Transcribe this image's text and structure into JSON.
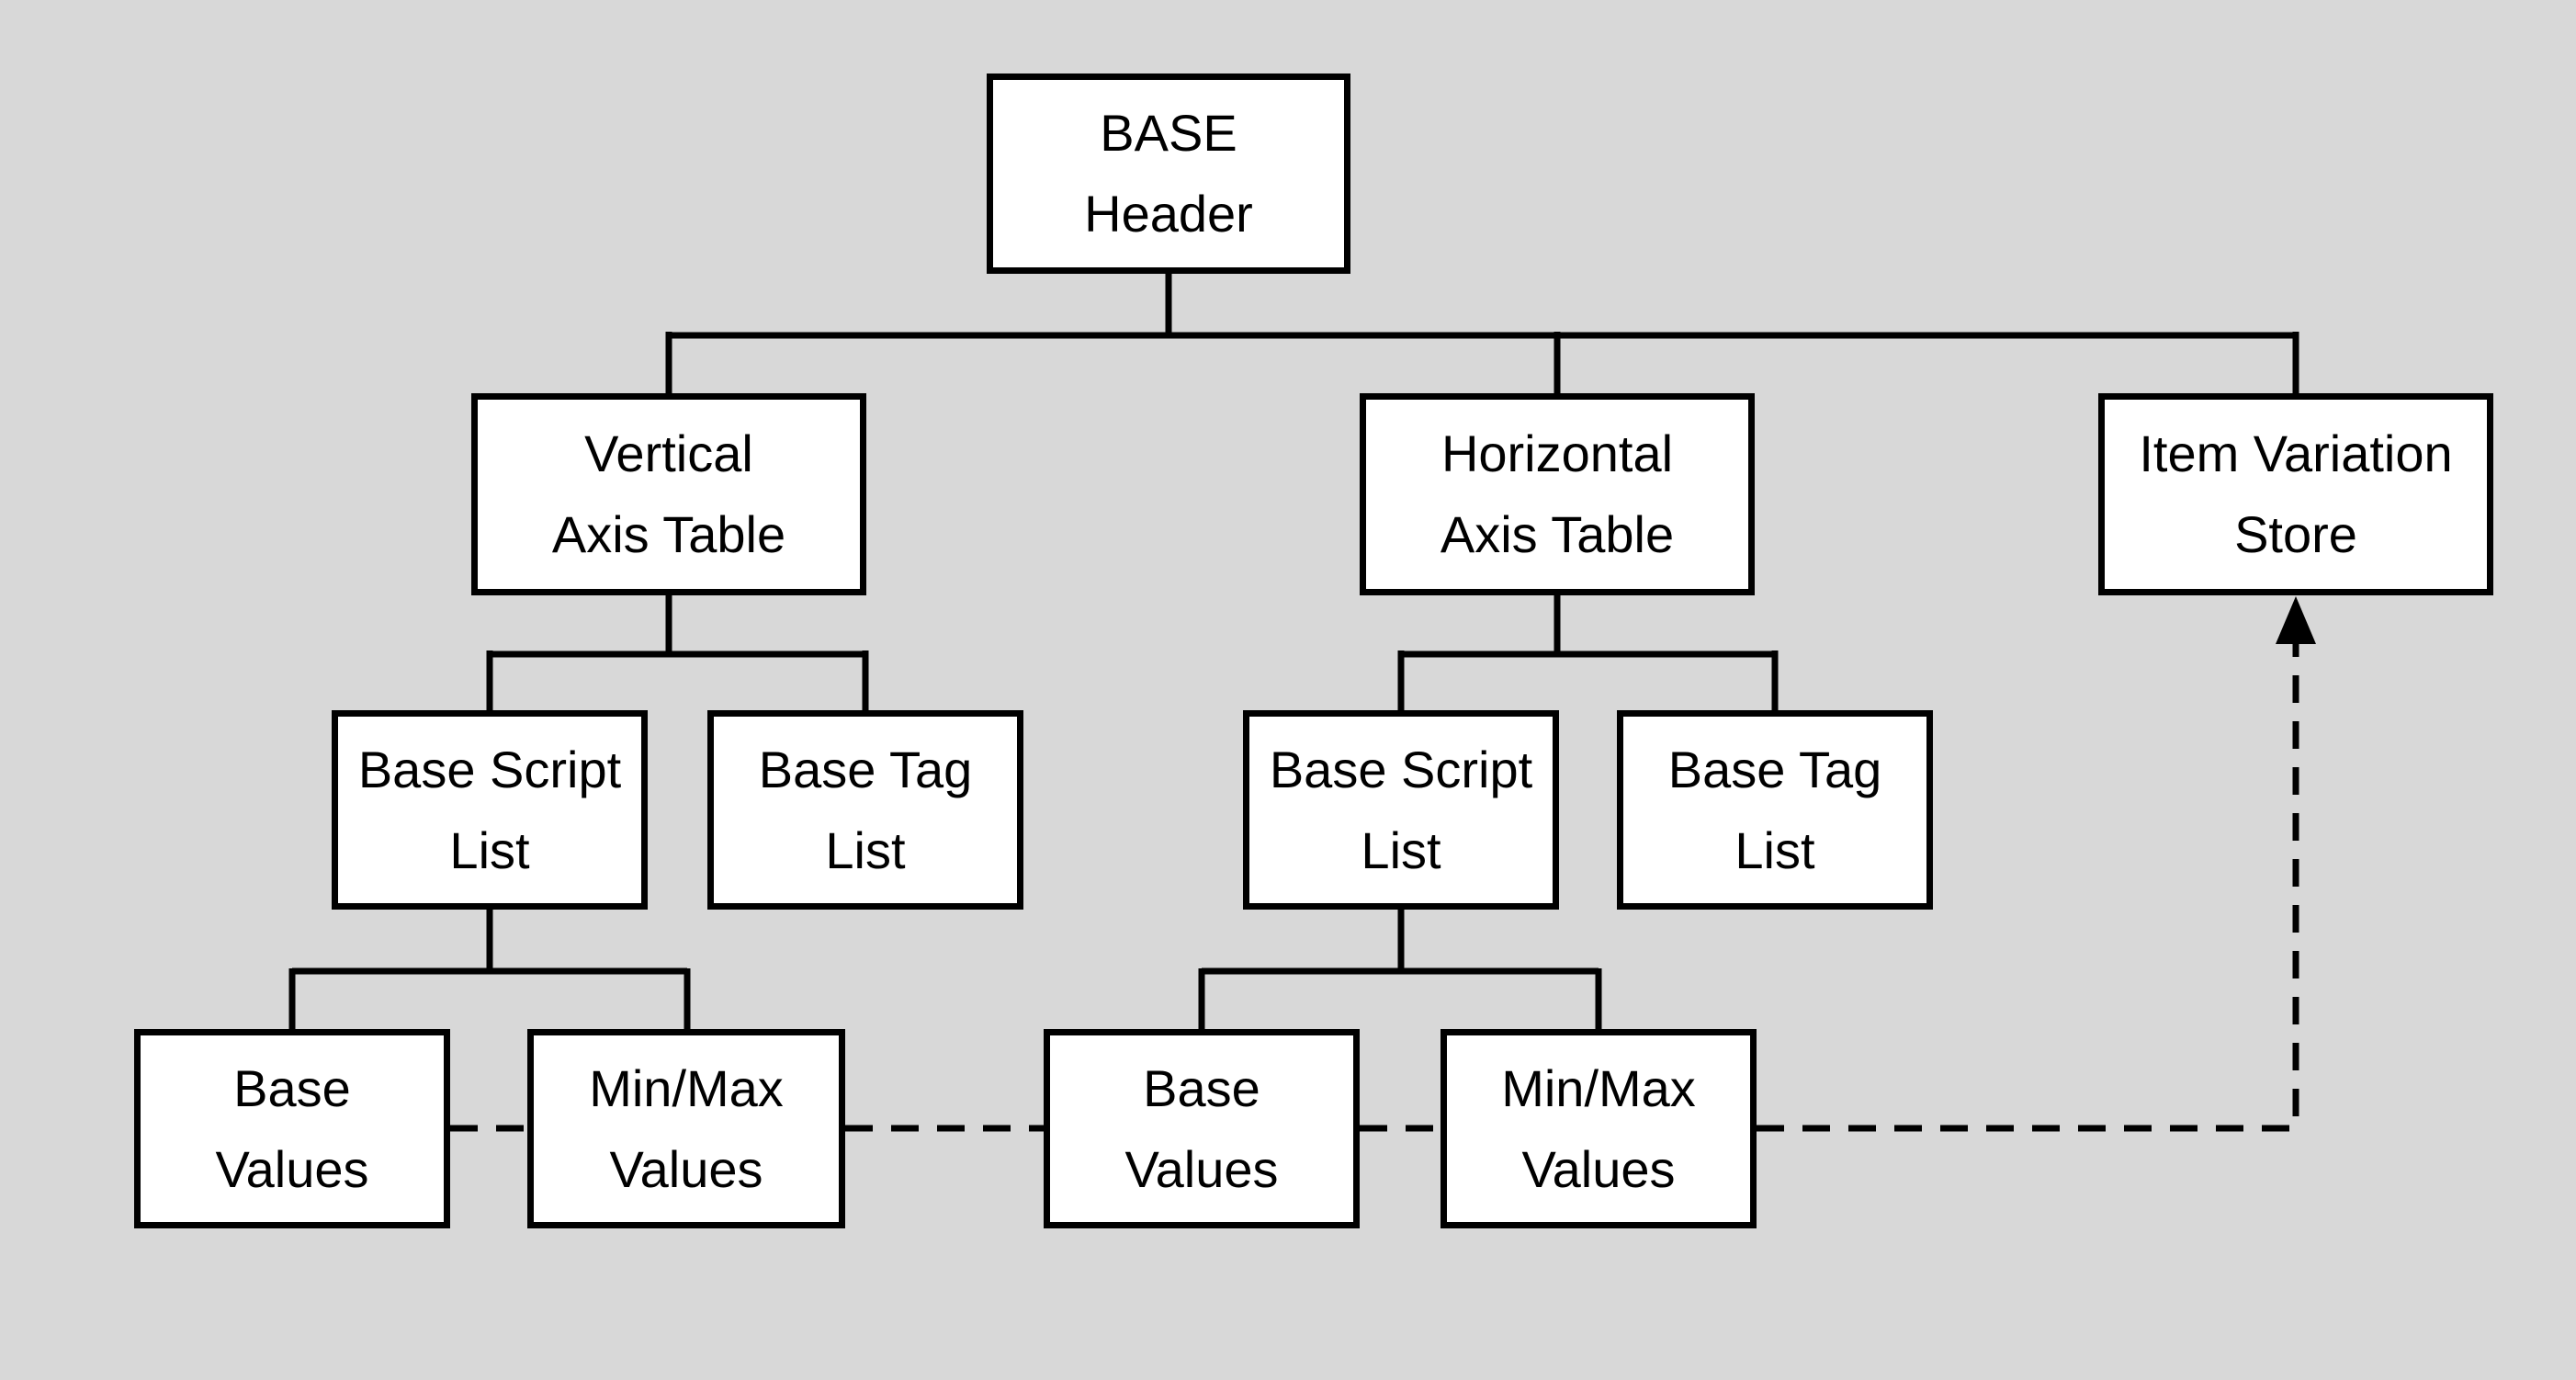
{
  "diagram": {
    "colors": {
      "background": "#d8d8d8",
      "node_fill": "#ffffff",
      "node_border": "#000000",
      "connector": "#000000"
    },
    "nodes": {
      "base_header": {
        "label": "BASE\nHeader"
      },
      "vertical_axis_table": {
        "label": "Vertical\nAxis Table"
      },
      "horizontal_axis_table": {
        "label": "Horizontal\nAxis Table"
      },
      "item_variation_store": {
        "label": "Item Variation\nStore"
      },
      "base_script_list_vertical": {
        "label": "Base Script\nList"
      },
      "base_tag_list_vertical": {
        "label": "Base Tag\nList"
      },
      "base_script_list_horizontal": {
        "label": "Base Script\nList"
      },
      "base_tag_list_horizontal": {
        "label": "Base Tag\nList"
      },
      "base_values_vertical": {
        "label": "Base\nValues"
      },
      "minmax_values_vertical": {
        "label": "Min/Max\nValues"
      },
      "base_values_horizontal": {
        "label": "Base\nValues"
      },
      "minmax_values_horizontal": {
        "label": "Min/Max\nValues"
      }
    },
    "edges": [
      {
        "from": "base_header",
        "to": "vertical_axis_table",
        "style": "solid"
      },
      {
        "from": "base_header",
        "to": "horizontal_axis_table",
        "style": "solid"
      },
      {
        "from": "base_header",
        "to": "item_variation_store",
        "style": "solid"
      },
      {
        "from": "vertical_axis_table",
        "to": "base_script_list_vertical",
        "style": "solid"
      },
      {
        "from": "vertical_axis_table",
        "to": "base_tag_list_vertical",
        "style": "solid"
      },
      {
        "from": "horizontal_axis_table",
        "to": "base_script_list_horizontal",
        "style": "solid"
      },
      {
        "from": "horizontal_axis_table",
        "to": "base_tag_list_horizontal",
        "style": "solid"
      },
      {
        "from": "base_script_list_vertical",
        "to": "base_values_vertical",
        "style": "solid"
      },
      {
        "from": "base_script_list_vertical",
        "to": "minmax_values_vertical",
        "style": "solid"
      },
      {
        "from": "base_script_list_horizontal",
        "to": "base_values_horizontal",
        "style": "solid"
      },
      {
        "from": "base_script_list_horizontal",
        "to": "minmax_values_horizontal",
        "style": "solid"
      },
      {
        "from": "base_values_vertical",
        "to": "minmax_values_vertical",
        "style": "dashed"
      },
      {
        "from": "minmax_values_vertical",
        "to": "base_values_horizontal",
        "style": "dashed"
      },
      {
        "from": "base_values_horizontal",
        "to": "minmax_values_horizontal",
        "style": "dashed"
      },
      {
        "from": "minmax_values_horizontal",
        "to": "item_variation_store",
        "style": "dashed-arrow"
      }
    ]
  }
}
